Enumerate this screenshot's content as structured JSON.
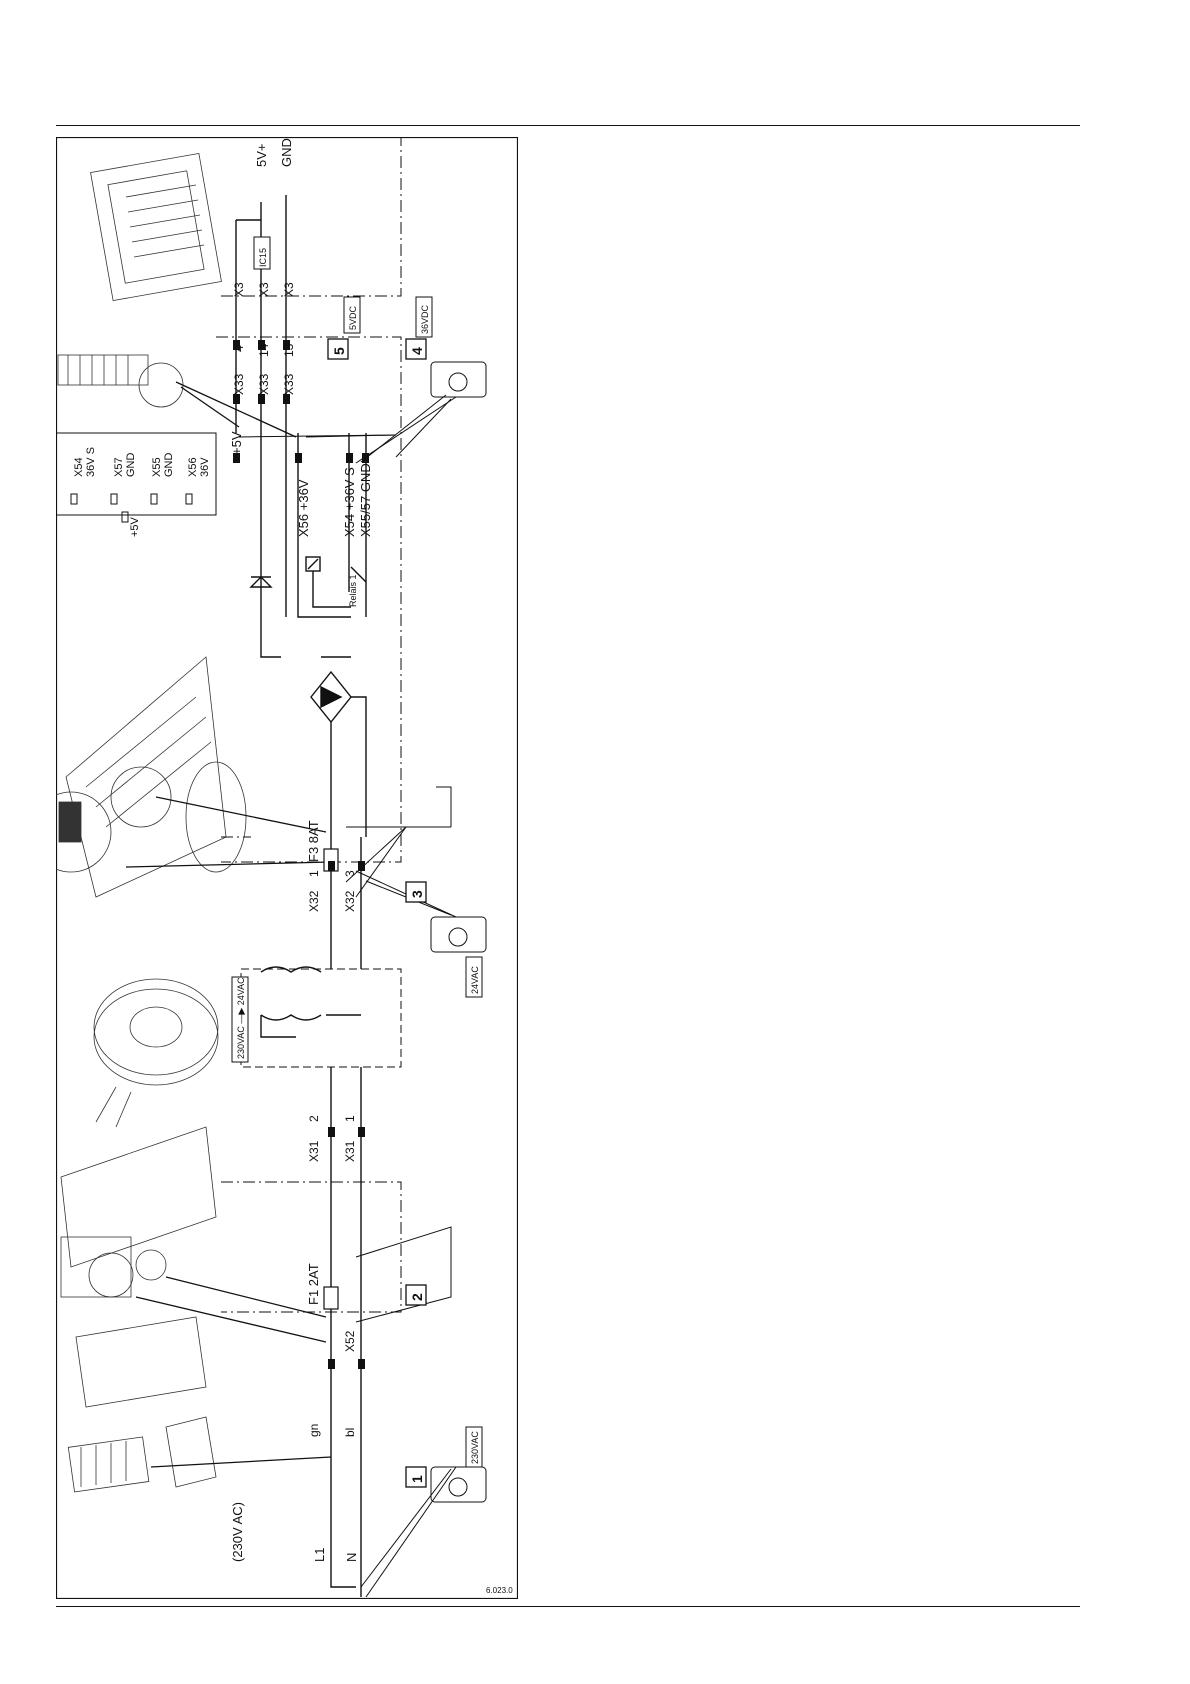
{
  "figure_id": "6.023.0",
  "supply": {
    "label": "(230V  AC)",
    "L1": "L1",
    "N": "N",
    "wire_gn": "gn",
    "wire_bl": "bl"
  },
  "fuses": {
    "F1": "F1   2AT",
    "F3": "F3   8AT"
  },
  "connectors": {
    "X52": "X52",
    "X31": "X31",
    "X31_pin2": "2",
    "X31_pin1": "1",
    "X32": "X32",
    "X32_pin1": "1",
    "X32_pin3": "3",
    "X33": "X33",
    "X33_pin4": "4",
    "X33_pin14": "14",
    "X33_pin13": "13",
    "X3": "X3"
  },
  "transformer": {
    "label": "230VAC —▶ 24VAC"
  },
  "components": {
    "ic": "IC15",
    "relay": "Relais 1"
  },
  "outputs": {
    "v5": "5V+",
    "gnd": "GND",
    "plus5": "+5V"
  },
  "terminals": {
    "x56": "X56 +36V",
    "x54": "X54 +36V S",
    "x5557": "X55/57 GND"
  },
  "legend": {
    "x54": "X54",
    "x54_sub": "36V S",
    "x57": "X57",
    "x57_sub": "GND",
    "x55": "X55",
    "x55_sub": "GND",
    "x56": "X56",
    "x56_sub": "36V",
    "plus5": "+5V"
  },
  "measurements": [
    {
      "step": "1",
      "reading": "230VAC"
    },
    {
      "step": "2",
      "reading": ""
    },
    {
      "step": "3",
      "reading": "24VAC"
    },
    {
      "step": "4",
      "reading": "36VDC"
    },
    {
      "step": "5",
      "reading": "5VDC"
    }
  ]
}
